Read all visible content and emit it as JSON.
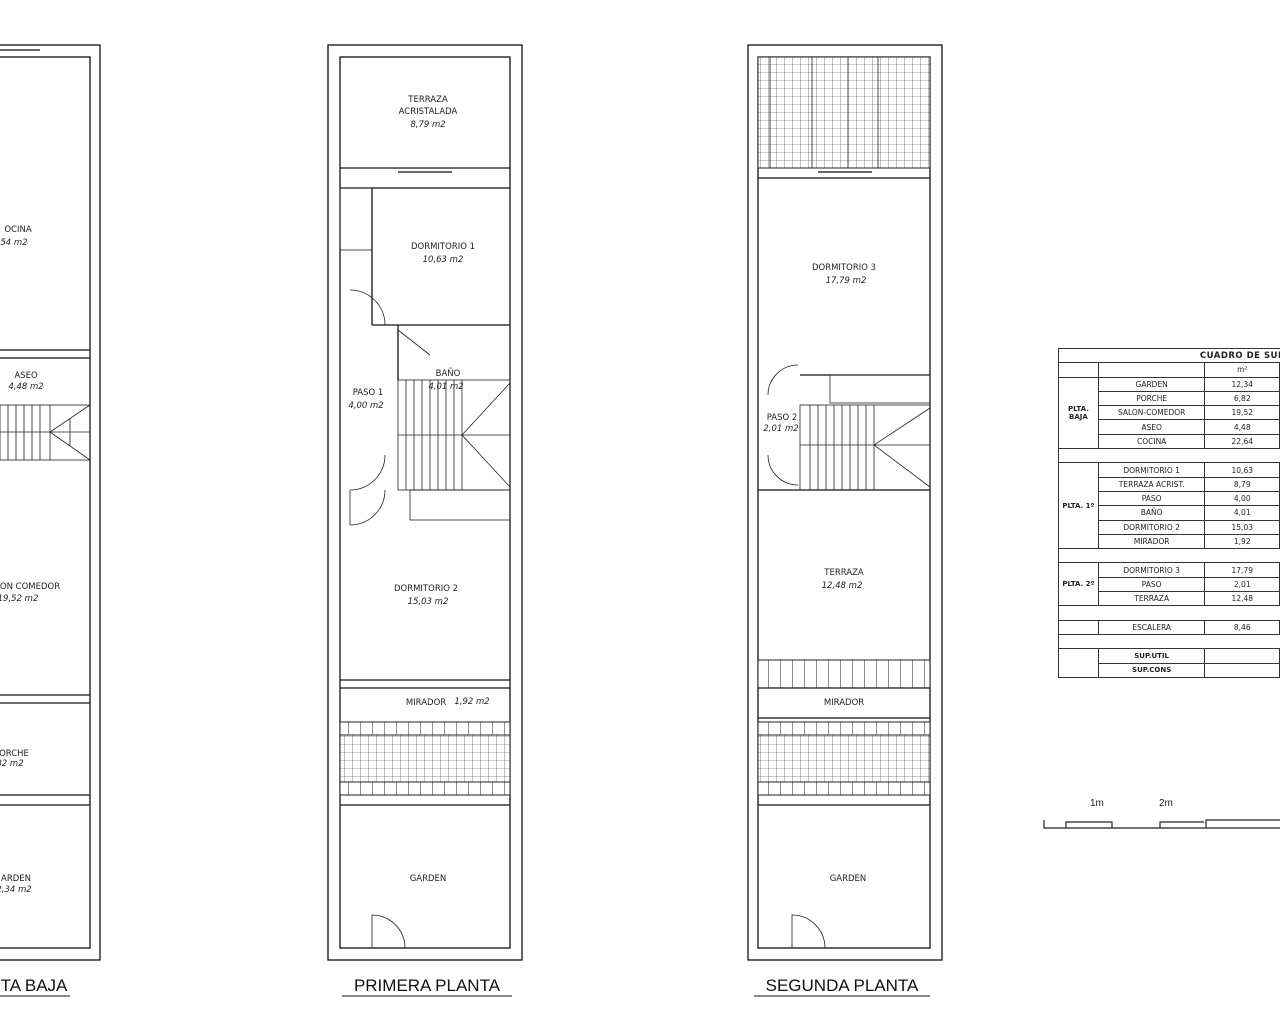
{
  "plans": {
    "baja": {
      "title": "TA BAJA",
      "rooms": {
        "cocina": {
          "name": "OCINA",
          "area": "54 m2"
        },
        "aseo": {
          "name": "ASEO",
          "area": "4,48 m2"
        },
        "salon": {
          "name": "ON COMEDOR",
          "area": "19,52 m2"
        },
        "porche": {
          "name": "ORCHE",
          "area": "82 m2"
        },
        "garden": {
          "name": "ARDEN",
          "area": "2,34 m2"
        }
      }
    },
    "primera": {
      "title": "PRIMERA PLANTA",
      "rooms": {
        "terraza": {
          "name1": "TERRAZA",
          "name2": "ACRISTALADA",
          "area": "8,79 m2"
        },
        "dormitorio1": {
          "name": "DORMITORIO 1",
          "area": "10,63 m2"
        },
        "bano": {
          "name": "BAÑO",
          "area": "4,01 m2"
        },
        "paso": {
          "name": "PASO 1",
          "area": "4,00 m2"
        },
        "dormitorio2": {
          "name": "DORMITORIO 2",
          "area": "15,03 m2"
        },
        "mirador": {
          "name": "MIRADOR",
          "area": "1,92 m2"
        },
        "garden": {
          "name": "GARDEN"
        }
      }
    },
    "segunda": {
      "title": "SEGUNDA PLANTA",
      "rooms": {
        "dormitorio3": {
          "name": "DORMITORIO 3",
          "area": "17,79 m2"
        },
        "paso": {
          "name": "PASO 2",
          "area": "2,01 m2"
        },
        "terraza": {
          "name": "TERRAZA",
          "area": "12,48 m2"
        },
        "mirador": {
          "name": "MIRADOR"
        },
        "garden": {
          "name": "GARDEN"
        }
      }
    }
  },
  "table": {
    "title": "CUADRO DE SUPE",
    "unit": "m²",
    "groups": {
      "baja": "PLTA. BAJA",
      "primera": "PLTA. 1º",
      "segunda": "PLTA. 2º"
    },
    "rows": [
      {
        "name": "GARDEN",
        "value": "12,34"
      },
      {
        "name": "PORCHE",
        "value": "6,82"
      },
      {
        "name": "SALON-COMEDOR",
        "value": "19,52"
      },
      {
        "name": "ASEO",
        "value": "4,48"
      },
      {
        "name": "COCINA",
        "value": "22,64"
      },
      {
        "name": "DORMITORIO 1",
        "value": "10,63"
      },
      {
        "name": "TERRAZA ACRIST.",
        "value": "8,79"
      },
      {
        "name": "PASO",
        "value": "4,00"
      },
      {
        "name": "BAÑO",
        "value": "4,01"
      },
      {
        "name": "DORMITORIO 2",
        "value": "15,03"
      },
      {
        "name": "MIRADOR",
        "value": "1,92"
      },
      {
        "name": "DORMITORIO 3",
        "value": "17,79"
      },
      {
        "name": "PASO",
        "value": "2,01"
      },
      {
        "name": "TERRAZA",
        "value": "12,48"
      },
      {
        "name": "ESCALERA",
        "value": "8,46"
      }
    ],
    "sup_util": "SUP.UTIL",
    "sup_cons": "SUP.CONS"
  },
  "scale": {
    "label1": "1m",
    "label2": "2m"
  }
}
